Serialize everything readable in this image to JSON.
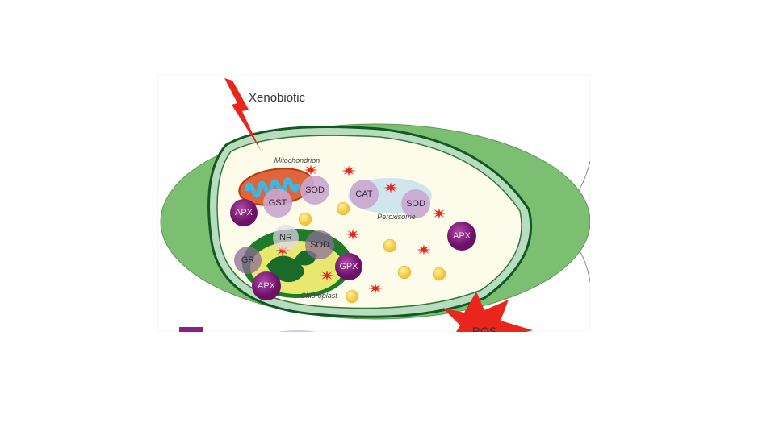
{
  "labels": {
    "xenobiotic": "Xenobiotic",
    "mitochondrion": "Mitochondrion",
    "peroxisome": "Peroxisome",
    "chloroplast": "Chloroplast",
    "ros": "ROS"
  },
  "enzymes": [
    {
      "label": "APX",
      "style": "dark"
    },
    {
      "label": "GST",
      "style": "light"
    },
    {
      "label": "SOD",
      "style": "light"
    },
    {
      "label": "CAT",
      "style": "light"
    },
    {
      "label": "SOD",
      "style": "light"
    },
    {
      "label": "APX",
      "style": "dark"
    },
    {
      "label": "NR",
      "style": "faint"
    },
    {
      "label": "SOD",
      "style": "grey"
    },
    {
      "label": "GR",
      "style": "grey"
    },
    {
      "label": "GPX",
      "style": "dark"
    },
    {
      "label": "APX",
      "style": "dark"
    }
  ],
  "colors": {
    "cell_wall": "#7dbf72",
    "membrane": "#1a6b2a",
    "cytoplasm": "#fdfbea",
    "ros_red": "#e8261c",
    "enzyme_dark": "#8b1f86",
    "enzyme_light": "#c9a6cf",
    "peroxisome": "#c9e0f0",
    "chloroplast": "#1f7a2a",
    "dot": "#f7d24a"
  }
}
